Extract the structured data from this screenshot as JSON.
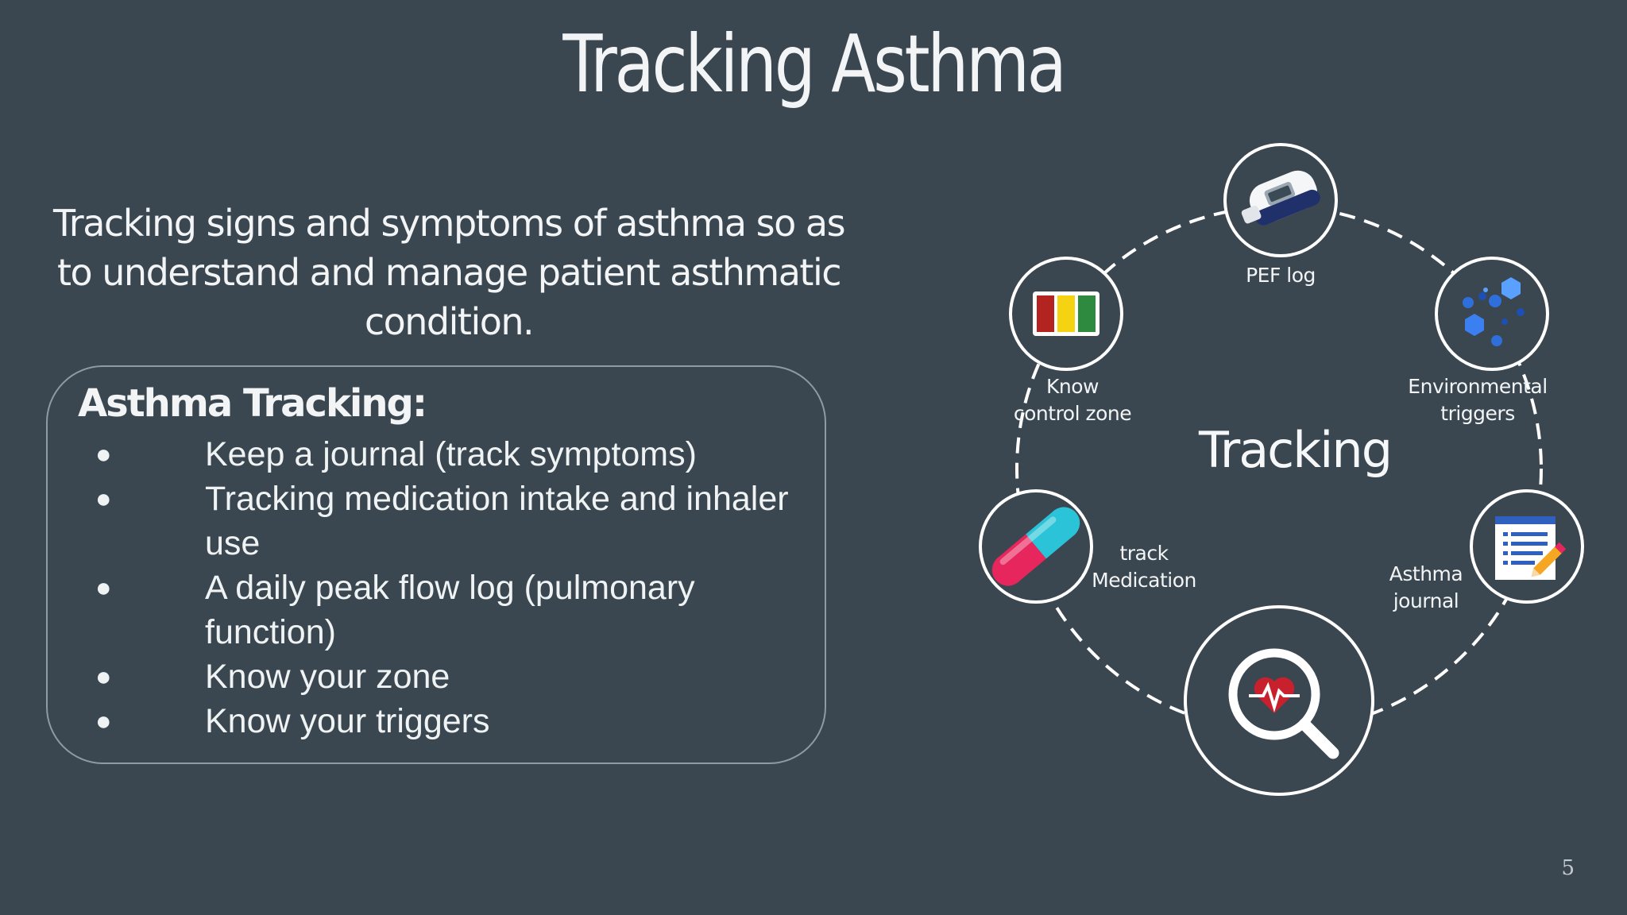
{
  "slide": {
    "title": "Tracking Asthma",
    "subtitle": "Tracking signs and symptoms of asthma so as to understand and manage patient asthmatic condition.",
    "page_number": "5"
  },
  "box": {
    "heading": "Asthma Tracking:",
    "bullet_char": "●",
    "items": [
      "Keep a journal (track symptoms)",
      "Tracking medication intake and inhaler use",
      "A daily peak flow log (pulmonary function)",
      "Know your zone",
      "Know your triggers"
    ]
  },
  "diagram": {
    "center": "Tracking",
    "nodes": {
      "pef": {
        "label": "PEF log",
        "icon": "peak-flow-meter-icon"
      },
      "environment": {
        "label_line1": "Environmental",
        "label_line2": "triggers",
        "icon": "molecules-icon"
      },
      "journal": {
        "label_line1": "Asthma",
        "label_line2": "journal",
        "icon": "notepad-pencil-icon"
      },
      "search": {
        "icon": "magnifier-heartbeat-icon"
      },
      "medication": {
        "label_line1": "track",
        "label_line2": "Medication",
        "icon": "pill-capsule-icon"
      },
      "zone": {
        "label_line1": "Know",
        "label_line2": "control zone",
        "icon": "traffic-light-zones-icon"
      }
    }
  },
  "colors": {
    "background": "#3a4750",
    "zone_red": "#b3231f",
    "zone_yellow": "#f5d312",
    "zone_green": "#2e8a3f",
    "pill_pink": "#e8265e",
    "pill_cyan": "#2bc3d8",
    "heart_red": "#c8202c",
    "molecule_blue": "#2f6fdc"
  }
}
